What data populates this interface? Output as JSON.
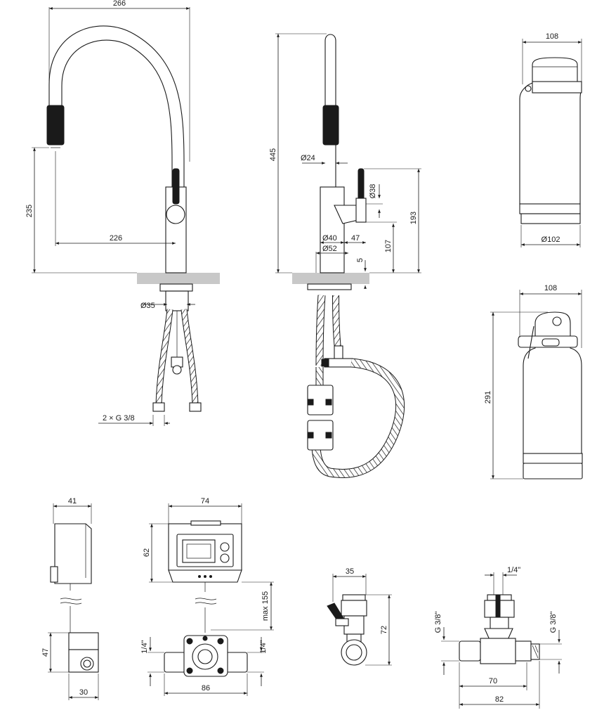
{
  "drawing": {
    "view_side": {
      "dims": {
        "width_top": "266",
        "reach": "226",
        "height_spout": "235",
        "base_dia": "Ø35",
        "connections": "2 × G 3/8"
      }
    },
    "view_front": {
      "dims": {
        "height_total": "445",
        "spout_dia": "Ø24",
        "lever_dia": "Ø38",
        "body_dia": "Ø40",
        "lever_len": "47",
        "flange_dia": "Ø52",
        "lever_height": "107",
        "overall_lever": "193",
        "flange_thk": "5"
      }
    },
    "filter_top": {
      "dims": {
        "width": "108",
        "dia": "Ø102"
      }
    },
    "filter_bottom": {
      "dims": {
        "width": "108",
        "height": "291"
      }
    },
    "battery_box": {
      "dims": {
        "width": "41",
        "height": "47",
        "base": "30"
      }
    },
    "control_unit": {
      "dims": {
        "width": "74",
        "height": "62",
        "max_len": "max 155",
        "port_left": "1/4\"",
        "port_right": "1/4\"",
        "base": "86"
      }
    },
    "valve": {
      "dims": {
        "width": "35",
        "height": "72"
      }
    },
    "tee_valve": {
      "dims": {
        "top": "1/4\"",
        "left": "G 3/8\"",
        "right": "G 3/8\"",
        "inner": "70",
        "outer": "82"
      }
    }
  }
}
